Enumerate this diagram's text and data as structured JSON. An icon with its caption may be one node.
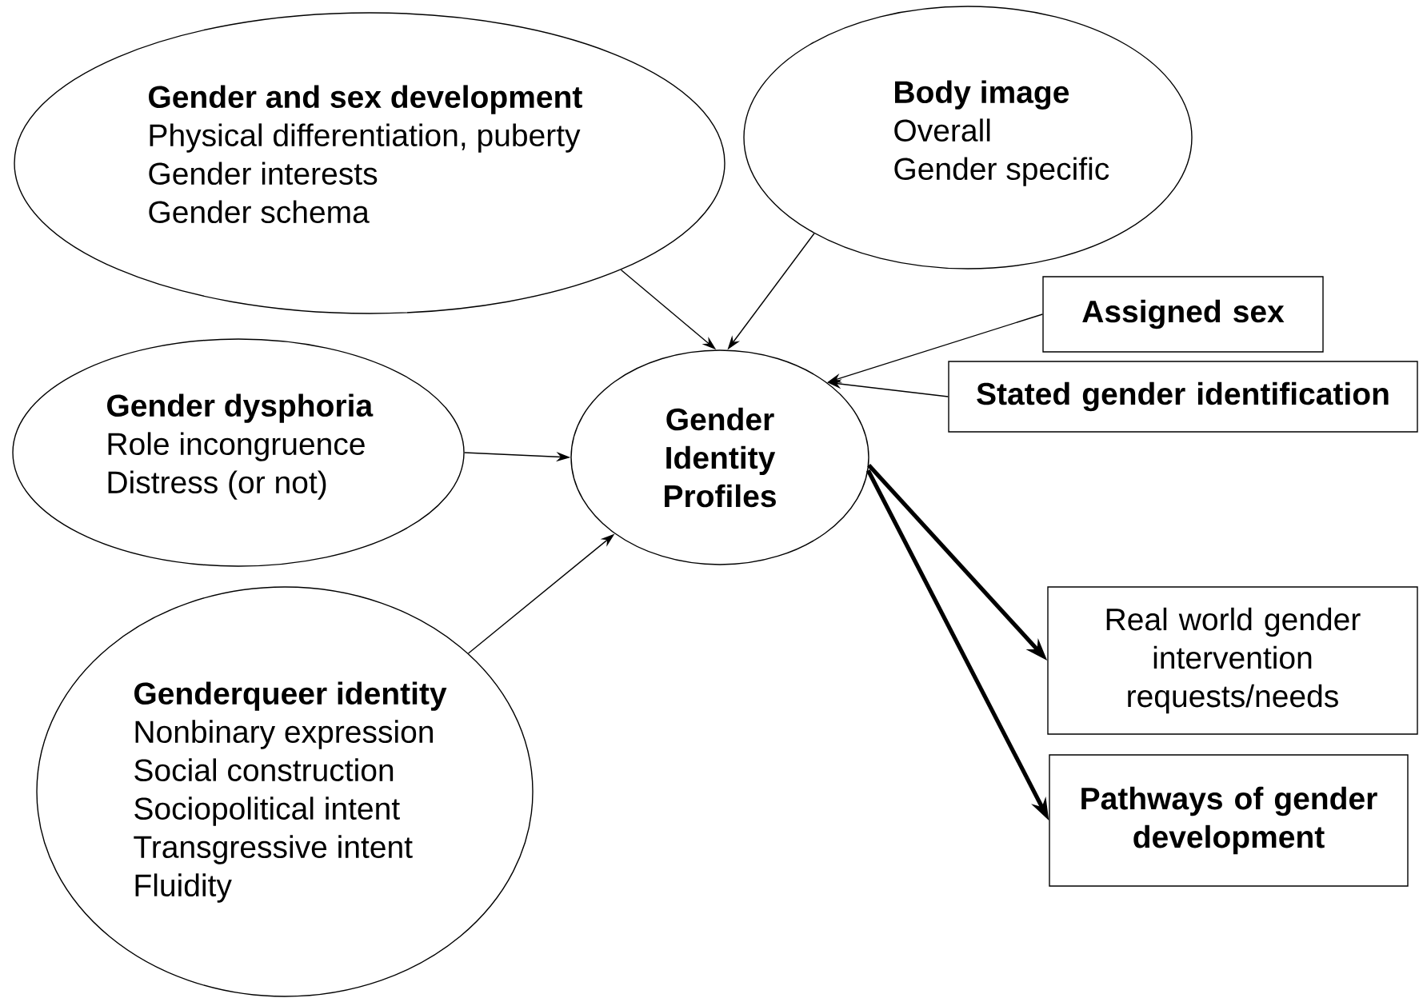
{
  "diagram": {
    "nodes": [
      {
        "text": [
          "Gender and sex development",
          "Physical differentiation, puberty",
          "Gender interests",
          "Gender schema"
        ]
      },
      {
        "text": [
          "Body image",
          "Overall",
          "Gender specific"
        ]
      },
      {
        "text": [
          "Gender dysphoria",
          "Role incongruence",
          "Distress (or not)"
        ]
      },
      {
        "text": [
          "Gender Identity Profiles"
        ]
      },
      {
        "text": [
          "Genderqueer identity",
          "Nonbinary expression",
          "Social construction",
          "Sociopolitical intent",
          "Transgressive intent",
          "Fluidity"
        ]
      },
      {
        "text": [
          "Assigned sex"
        ]
      },
      {
        "text": [
          "Stated gender identification"
        ]
      },
      {
        "text": [
          "Real world gender intervention requests/needs"
        ]
      },
      {
        "text": [
          "Pathways of gender development"
        ]
      }
    ],
    "edges": [
      {
        "from": 0,
        "to": 3,
        "arrow": "to"
      },
      {
        "from": 1,
        "to": 3,
        "arrow": "to"
      },
      {
        "from": 2,
        "to": 3,
        "arrow": "to"
      },
      {
        "from": 4,
        "to": 3,
        "arrow": "to"
      },
      {
        "from": 5,
        "to": 3,
        "arrow": "to"
      },
      {
        "from": 6,
        "to": 3,
        "arrow": "to"
      },
      {
        "from": 3,
        "to": 7,
        "arrow": "to",
        "style": "thick"
      },
      {
        "from": 3,
        "to": 8,
        "arrow": "to",
        "style": "thick"
      }
    ]
  }
}
